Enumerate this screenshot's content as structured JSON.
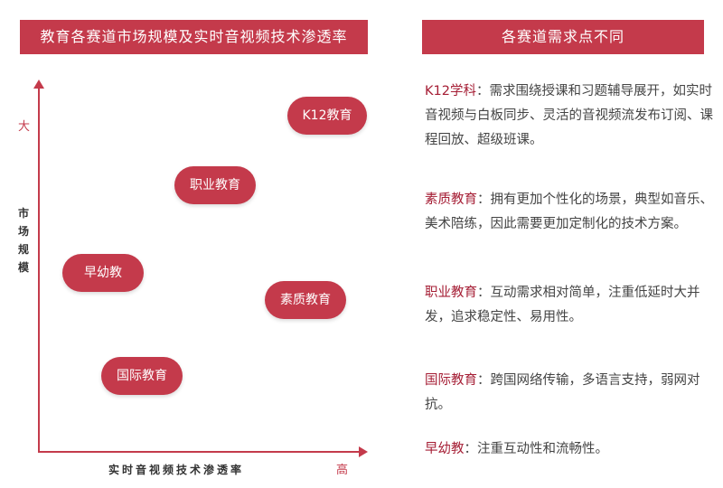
{
  "left_title": "教育各赛道市场规模及实时音视频技术渗透率",
  "right_title": "各赛道需求点不同",
  "axes": {
    "y_label": "市场规模",
    "x_label": "实时音视频技术渗透率",
    "y_high": "大",
    "x_high": "高"
  },
  "segments": [
    {
      "label": "K12教育",
      "penetration": "high",
      "market": "high"
    },
    {
      "label": "职业教育",
      "penetration": "medium",
      "market": "medium-high"
    },
    {
      "label": "早幼教",
      "penetration": "low",
      "market": "medium"
    },
    {
      "label": "素质教育",
      "penetration": "high",
      "market": "medium"
    },
    {
      "label": "国际教育",
      "penetration": "low-medium",
      "market": "low"
    }
  ],
  "needs": [
    {
      "key": "K12学科",
      "text": "：需求围绕授课和习题辅导展开，如实时音视频与白板同步、灵活的音视频流发布订阅、课程回放、超级班课。"
    },
    {
      "key": "素质教育",
      "text": "：拥有更加个性化的场景，典型如音乐、美术陪练，因此需要更加定制化的技术方案。"
    },
    {
      "key": "职业教育",
      "text": "：互动需求相对简单，注重低延时大并发，追求稳定性、易用性。"
    },
    {
      "key": "国际教育",
      "text": "：跨国网络传输，多语言支持，弱网对抗。"
    },
    {
      "key": "早幼教",
      "text": "：注重互动性和流畅性。"
    }
  ],
  "colors": {
    "accent": "#c43a4b",
    "key_text": "#a51d34"
  }
}
